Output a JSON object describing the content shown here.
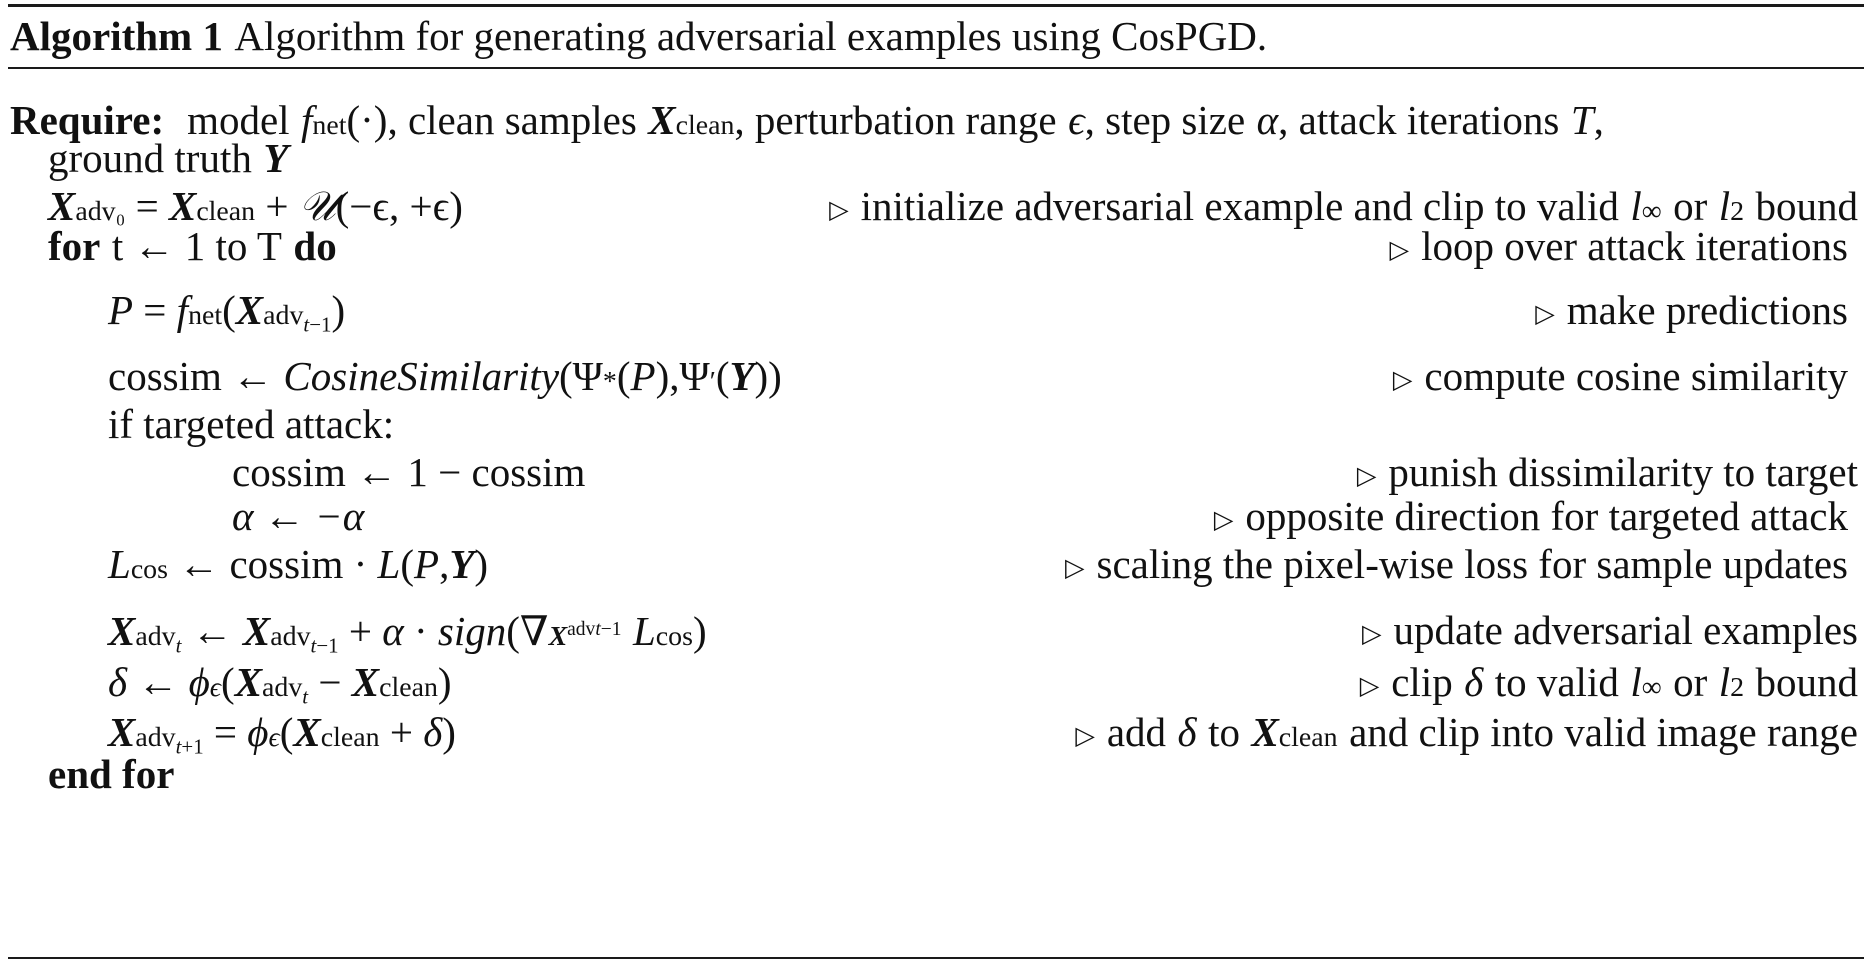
{
  "algorithm": {
    "label": "Algorithm 1",
    "title": "Algorithm for generating adversarial examples using CosPGD."
  },
  "require": {
    "keyword": "Require:",
    "text_model": "model",
    "text_clean": ", clean samples",
    "text_eps": ", perturbation range",
    "text_alpha": ", step size",
    "text_iters": ", attack iterations",
    "text_end": ",",
    "line2": "ground truth"
  },
  "math": {
    "X": "X",
    "Y": "Y",
    "f": "f",
    "net": "net",
    "cdot_args": "(·)",
    "clean": "clean",
    "eps": "ϵ",
    "alpha": "α",
    "T": "T",
    "adv": "adv",
    "adv0": "adv₀",
    "P": "P",
    "L": "L",
    "cos": "cos",
    "delta": "δ",
    "phi": "ϕ",
    "Psi": "Ψ",
    "nabla": "∇",
    "sign": "sign",
    "U": "𝒰",
    "arrow": "←",
    "linf": "l",
    "inf": "∞",
    "l2": "l",
    "two": "2",
    "cosinesim": "CosineSimilarity",
    "cossim": "cossim"
  },
  "lines": {
    "init_expr_tail": "(−ϵ, +ϵ)",
    "for_kw": "for",
    "for_body": "t ← 1 to T",
    "do_kw": "do",
    "if_text": "if targeted attack:",
    "cossim_update": "1 − cossim",
    "alpha_update": "−α",
    "end_for": "end for"
  },
  "comments": {
    "init": "initialize adversarial example and clip to valid",
    "init_or": "or",
    "init_end": "bound",
    "loop": "loop over attack iterations",
    "predict": "make predictions",
    "cosine": "compute cosine similarity",
    "punish": "punish dissimilarity to target",
    "opposite": "opposite direction for targeted attack",
    "scaling": "scaling the pixel-wise loss for sample updates",
    "update": "update adversarial examples",
    "clip_pre": "clip",
    "clip_mid": "to valid",
    "clip_or": "or",
    "clip_end": "bound",
    "add_pre": "add",
    "add_to": "to",
    "add_end": "and clip into valid image range"
  }
}
